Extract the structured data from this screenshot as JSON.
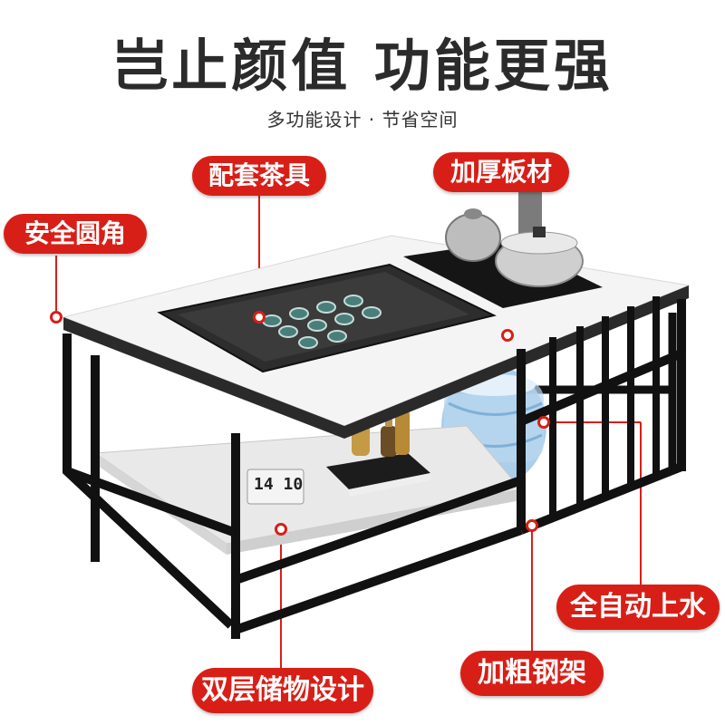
{
  "header": {
    "title": "岂止颜值 功能更强",
    "subtitle": "多功能设计 · 节省空间"
  },
  "callouts": {
    "tea_set": "配套茶具",
    "thick_board": "加厚板材",
    "round_corner": "安全圆角",
    "auto_water": "全自动上水",
    "storage": "双层储物设计",
    "steel_frame": "加粗钢架"
  },
  "product": {
    "clock_display": "14 10"
  },
  "colors": {
    "accent": "#d81f17",
    "frame": "#111111",
    "tabletop": "#f2f2f2"
  }
}
